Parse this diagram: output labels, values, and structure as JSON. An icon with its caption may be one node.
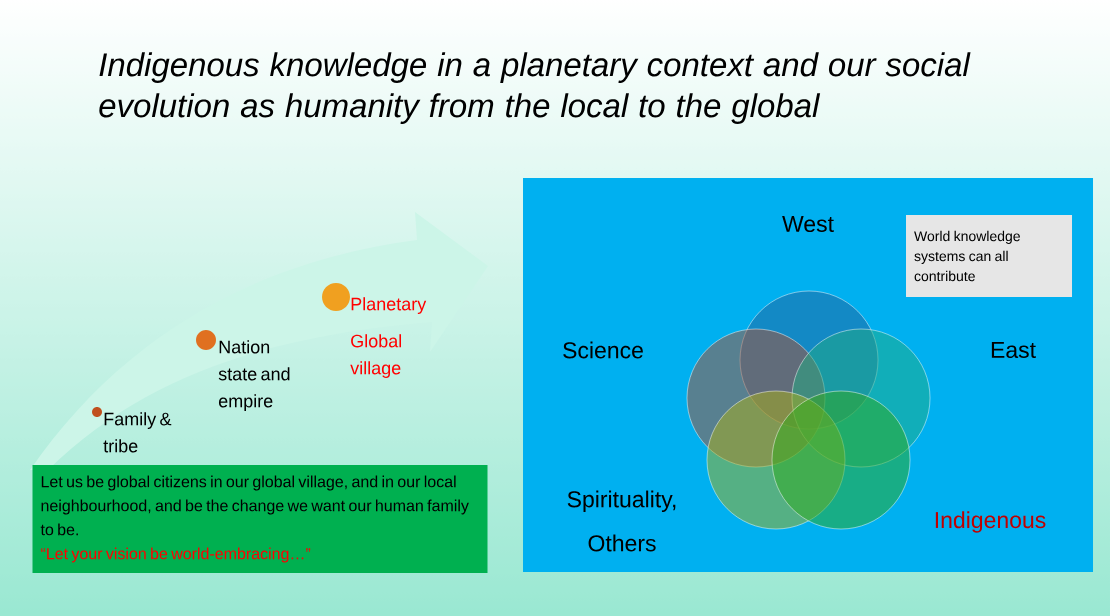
{
  "diagram": {
    "title": "Indigenous  knowledge in a planetary context and our social evolution as humanity from the local to the global",
    "nodes": [
      {
        "text": [
          "Let us be global citizens in our global village, and in our local neighbourhood, and be the change we want our human family to be.",
          "“Let your vision be world-embracing…”"
        ]
      },
      {
        "text": [],
        "shape": "circle",
        "beside": [
          "Family & tribe"
        ]
      },
      {
        "text": [],
        "shape": "circle",
        "beside": [
          "Nation state and empire"
        ]
      },
      {
        "text": [],
        "shape": "circle",
        "beside": [
          "Planetary",
          "Global village"
        ]
      },
      {
        "text": [],
        "shape": "box"
      },
      {
        "text": [
          "World knowledge systems can all contribute"
        ],
        "in": 4
      },
      {
        "text": [],
        "shape": "circle",
        "in": 4
      },
      {
        "text": [],
        "shape": "circle",
        "in": 4
      },
      {
        "text": [],
        "shape": "circle",
        "in": 4
      },
      {
        "text": [],
        "shape": "circle",
        "in": 4
      },
      {
        "text": [],
        "shape": "circle",
        "in": 4
      }
    ],
    "edges": [],
    "labels": [
      "West",
      "Science",
      "East",
      "Spirituality, Others",
      "Indigenous"
    ]
  }
}
